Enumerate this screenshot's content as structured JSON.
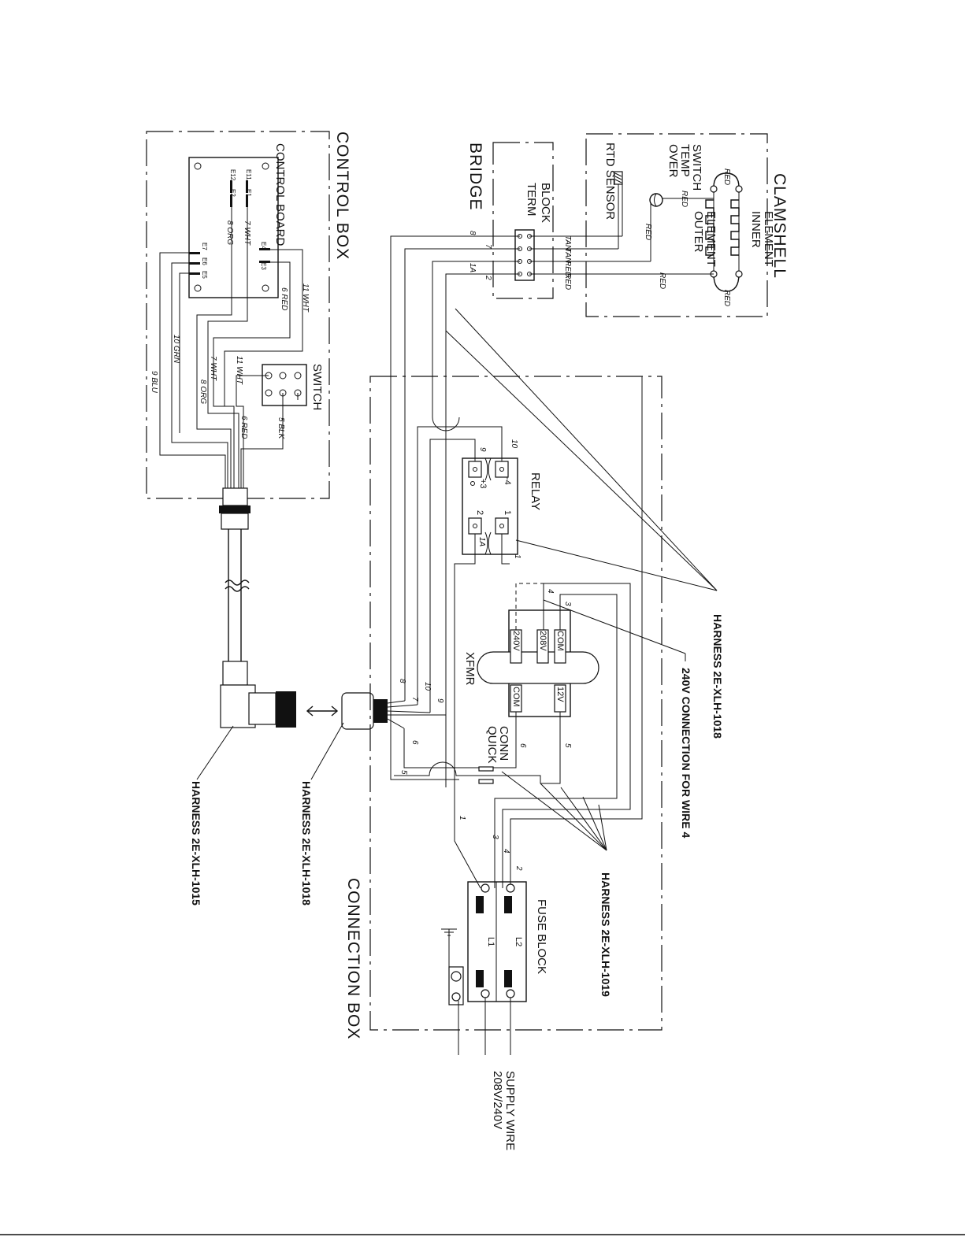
{
  "sections": {
    "control_box": "CONTROL BOX",
    "control_board": "CONTROL BOARD",
    "switch": "SWITCH",
    "bridge": "BRIDGE",
    "term_block": "TERM\nBLOCK",
    "clamshell": "CLAMSHELL",
    "inner_element": "INNER\nELEMENT",
    "outer_element": "OUTER\nELEMENT",
    "over_temp_switch": "OVER\nTEMP\nSWITCH",
    "rtd_sensor": "RTD SENSOR",
    "relay": "RELAY",
    "xfmr": "XFMR",
    "quick_conn": "QUICK\nCONN",
    "connection_box": "CONNECTION BOX",
    "fuse_block": "FUSE BLOCK",
    "supply_wire": "208V/240V\nSUPPLY WIRE"
  },
  "harness_labels": {
    "h1018_top": "HARNESS 2E-XLH-1018",
    "conn_240v": "240V CONNECTION FOR WIRE 4",
    "h1019": "HARNESS 2E-XLH-1019",
    "h1018_bottom": "HARNESS 2E-XLH-1018",
    "h1015": "HARNESS 2E-XLH-1015"
  },
  "board_terminals": [
    "E11",
    "E12",
    "E1",
    "E2",
    "E4",
    "E3",
    "E7",
    "E6",
    "E5"
  ],
  "wire_labels": {
    "w11_wht": "11 WHT",
    "w6_red": "6 RED",
    "w7_wht": "7 WHT",
    "w8_org": "8 ORG",
    "w10_grn": "10 GRN",
    "w9_blu": "9 BLU",
    "w5_blk": "5 BLK",
    "tan": "TAN",
    "red": "RED"
  },
  "relay_pins": {
    "p4": "-4",
    "p3": "+3",
    "p1": "1",
    "p2": "2"
  },
  "xfmr_taps": {
    "com": "COM",
    "v208": "208V",
    "v240": "240V",
    "v12": "12V"
  },
  "fuse": {
    "l1": "L1",
    "l2": "L2"
  },
  "wire_numbers": {
    "n1": "1",
    "n1a": "1A",
    "n2": "2",
    "n3": "3",
    "n4": "4",
    "n5": "5",
    "n6": "6",
    "n7": "7",
    "n8": "8",
    "n9": "9",
    "n10": "10"
  }
}
